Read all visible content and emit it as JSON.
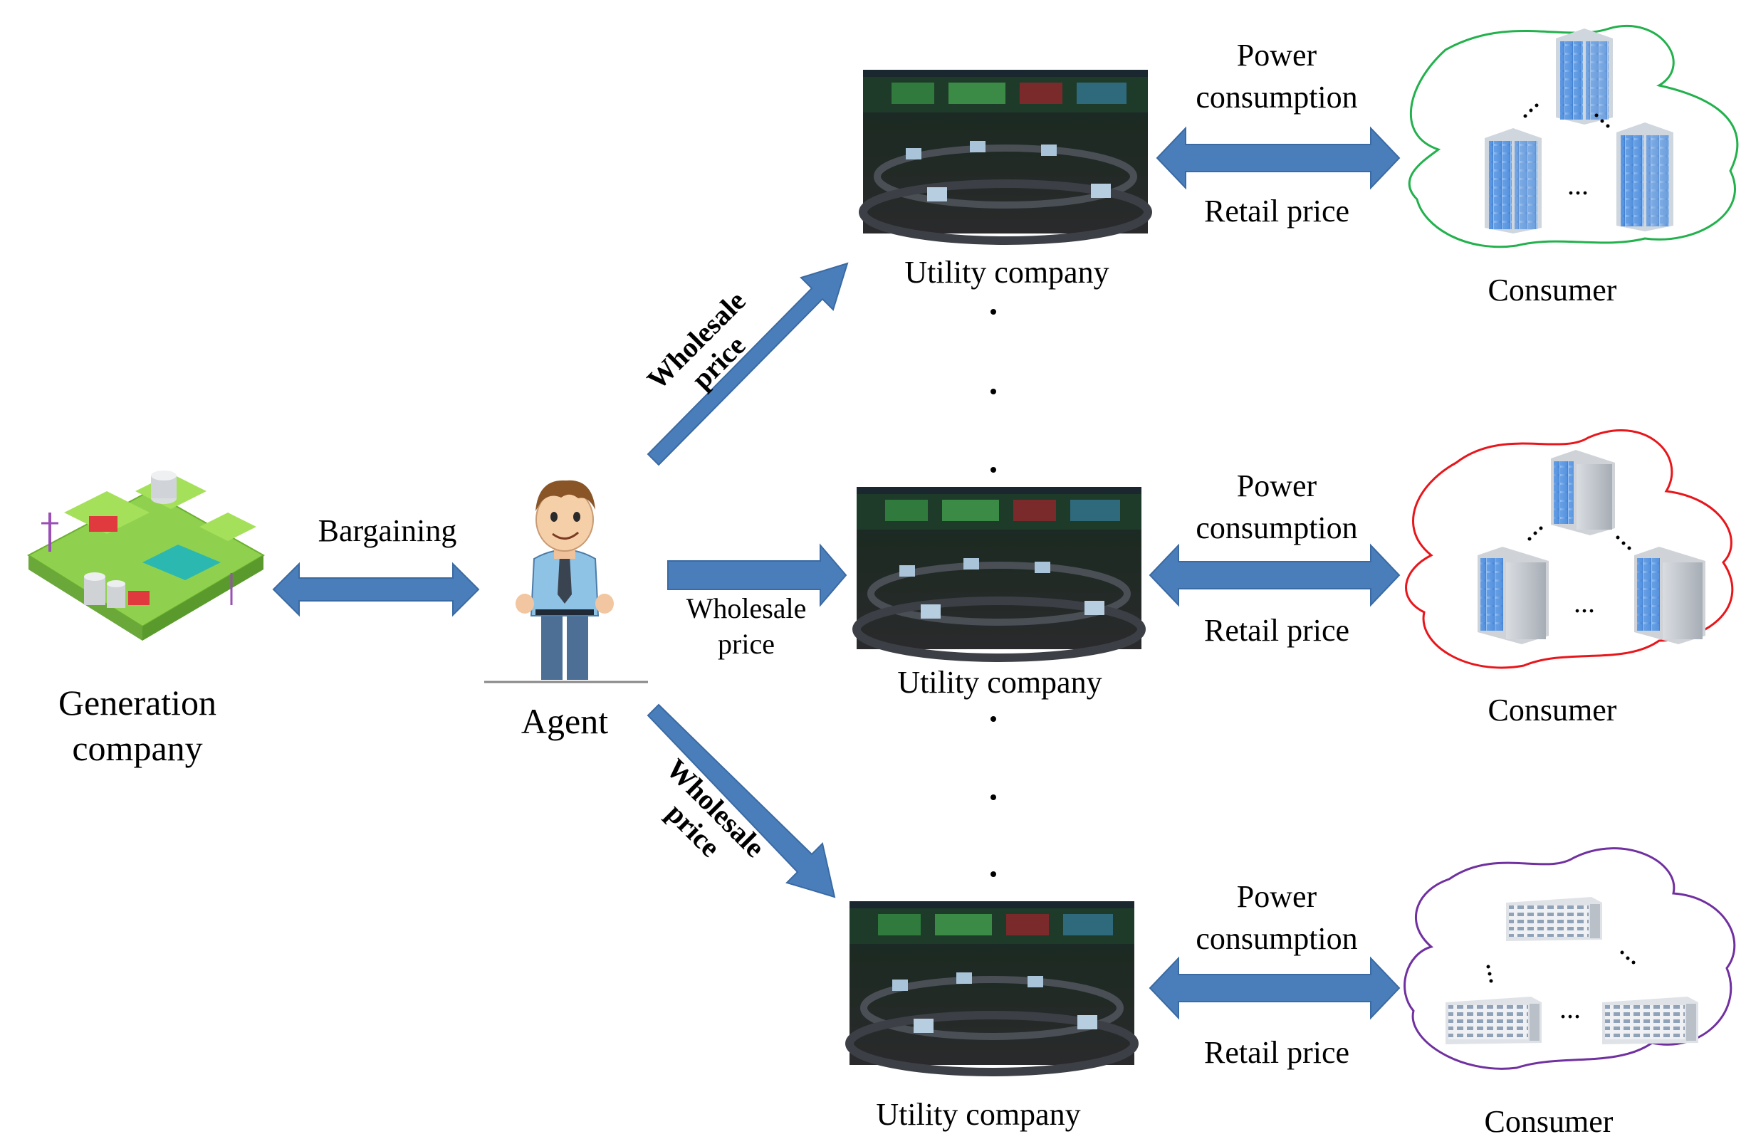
{
  "colors": {
    "arrow_fill": "#4a7ebb",
    "arrow_stroke": "#3a6aa3",
    "cloud_green": "#22b14c",
    "cloud_red": "#e8161b",
    "cloud_purple": "#7030a0",
    "building_blue": "#4f8fde",
    "text": "#000000"
  },
  "generation": {
    "icon": "power-plant-icon",
    "label_line1": "Generation",
    "label_line2": "company"
  },
  "bargaining": {
    "label": "Bargaining"
  },
  "agent": {
    "icon": "businessman-icon",
    "label": "Agent"
  },
  "wholesale": {
    "top_line1": "Wholesale",
    "top_line2": "price",
    "mid_line1": "Wholesale",
    "mid_line2": "price",
    "bot_line1": "Wholesale",
    "bot_line2": "price"
  },
  "utilities": [
    {
      "label": "Utility company",
      "icon": "control-room-photo"
    },
    {
      "label": "Utility company",
      "icon": "control-room-photo"
    },
    {
      "label": "Utility company",
      "icon": "control-room-photo"
    }
  ],
  "flows": [
    {
      "power_line1": "Power",
      "power_line2": "consumption",
      "retail": "Retail price"
    },
    {
      "power_line1": "Power",
      "power_line2": "consumption",
      "retail": "Retail price"
    },
    {
      "power_line1": "Power",
      "power_line2": "consumption",
      "retail": "Retail price"
    }
  ],
  "consumers": [
    {
      "label": "Consumer",
      "icon": "office-tower-icon",
      "ellipsis": "..."
    },
    {
      "label": "Consumer",
      "icon": "office-building-icon",
      "ellipsis": "..."
    },
    {
      "label": "Consumer",
      "icon": "hospital-building-icon",
      "ellipsis": "..."
    }
  ]
}
